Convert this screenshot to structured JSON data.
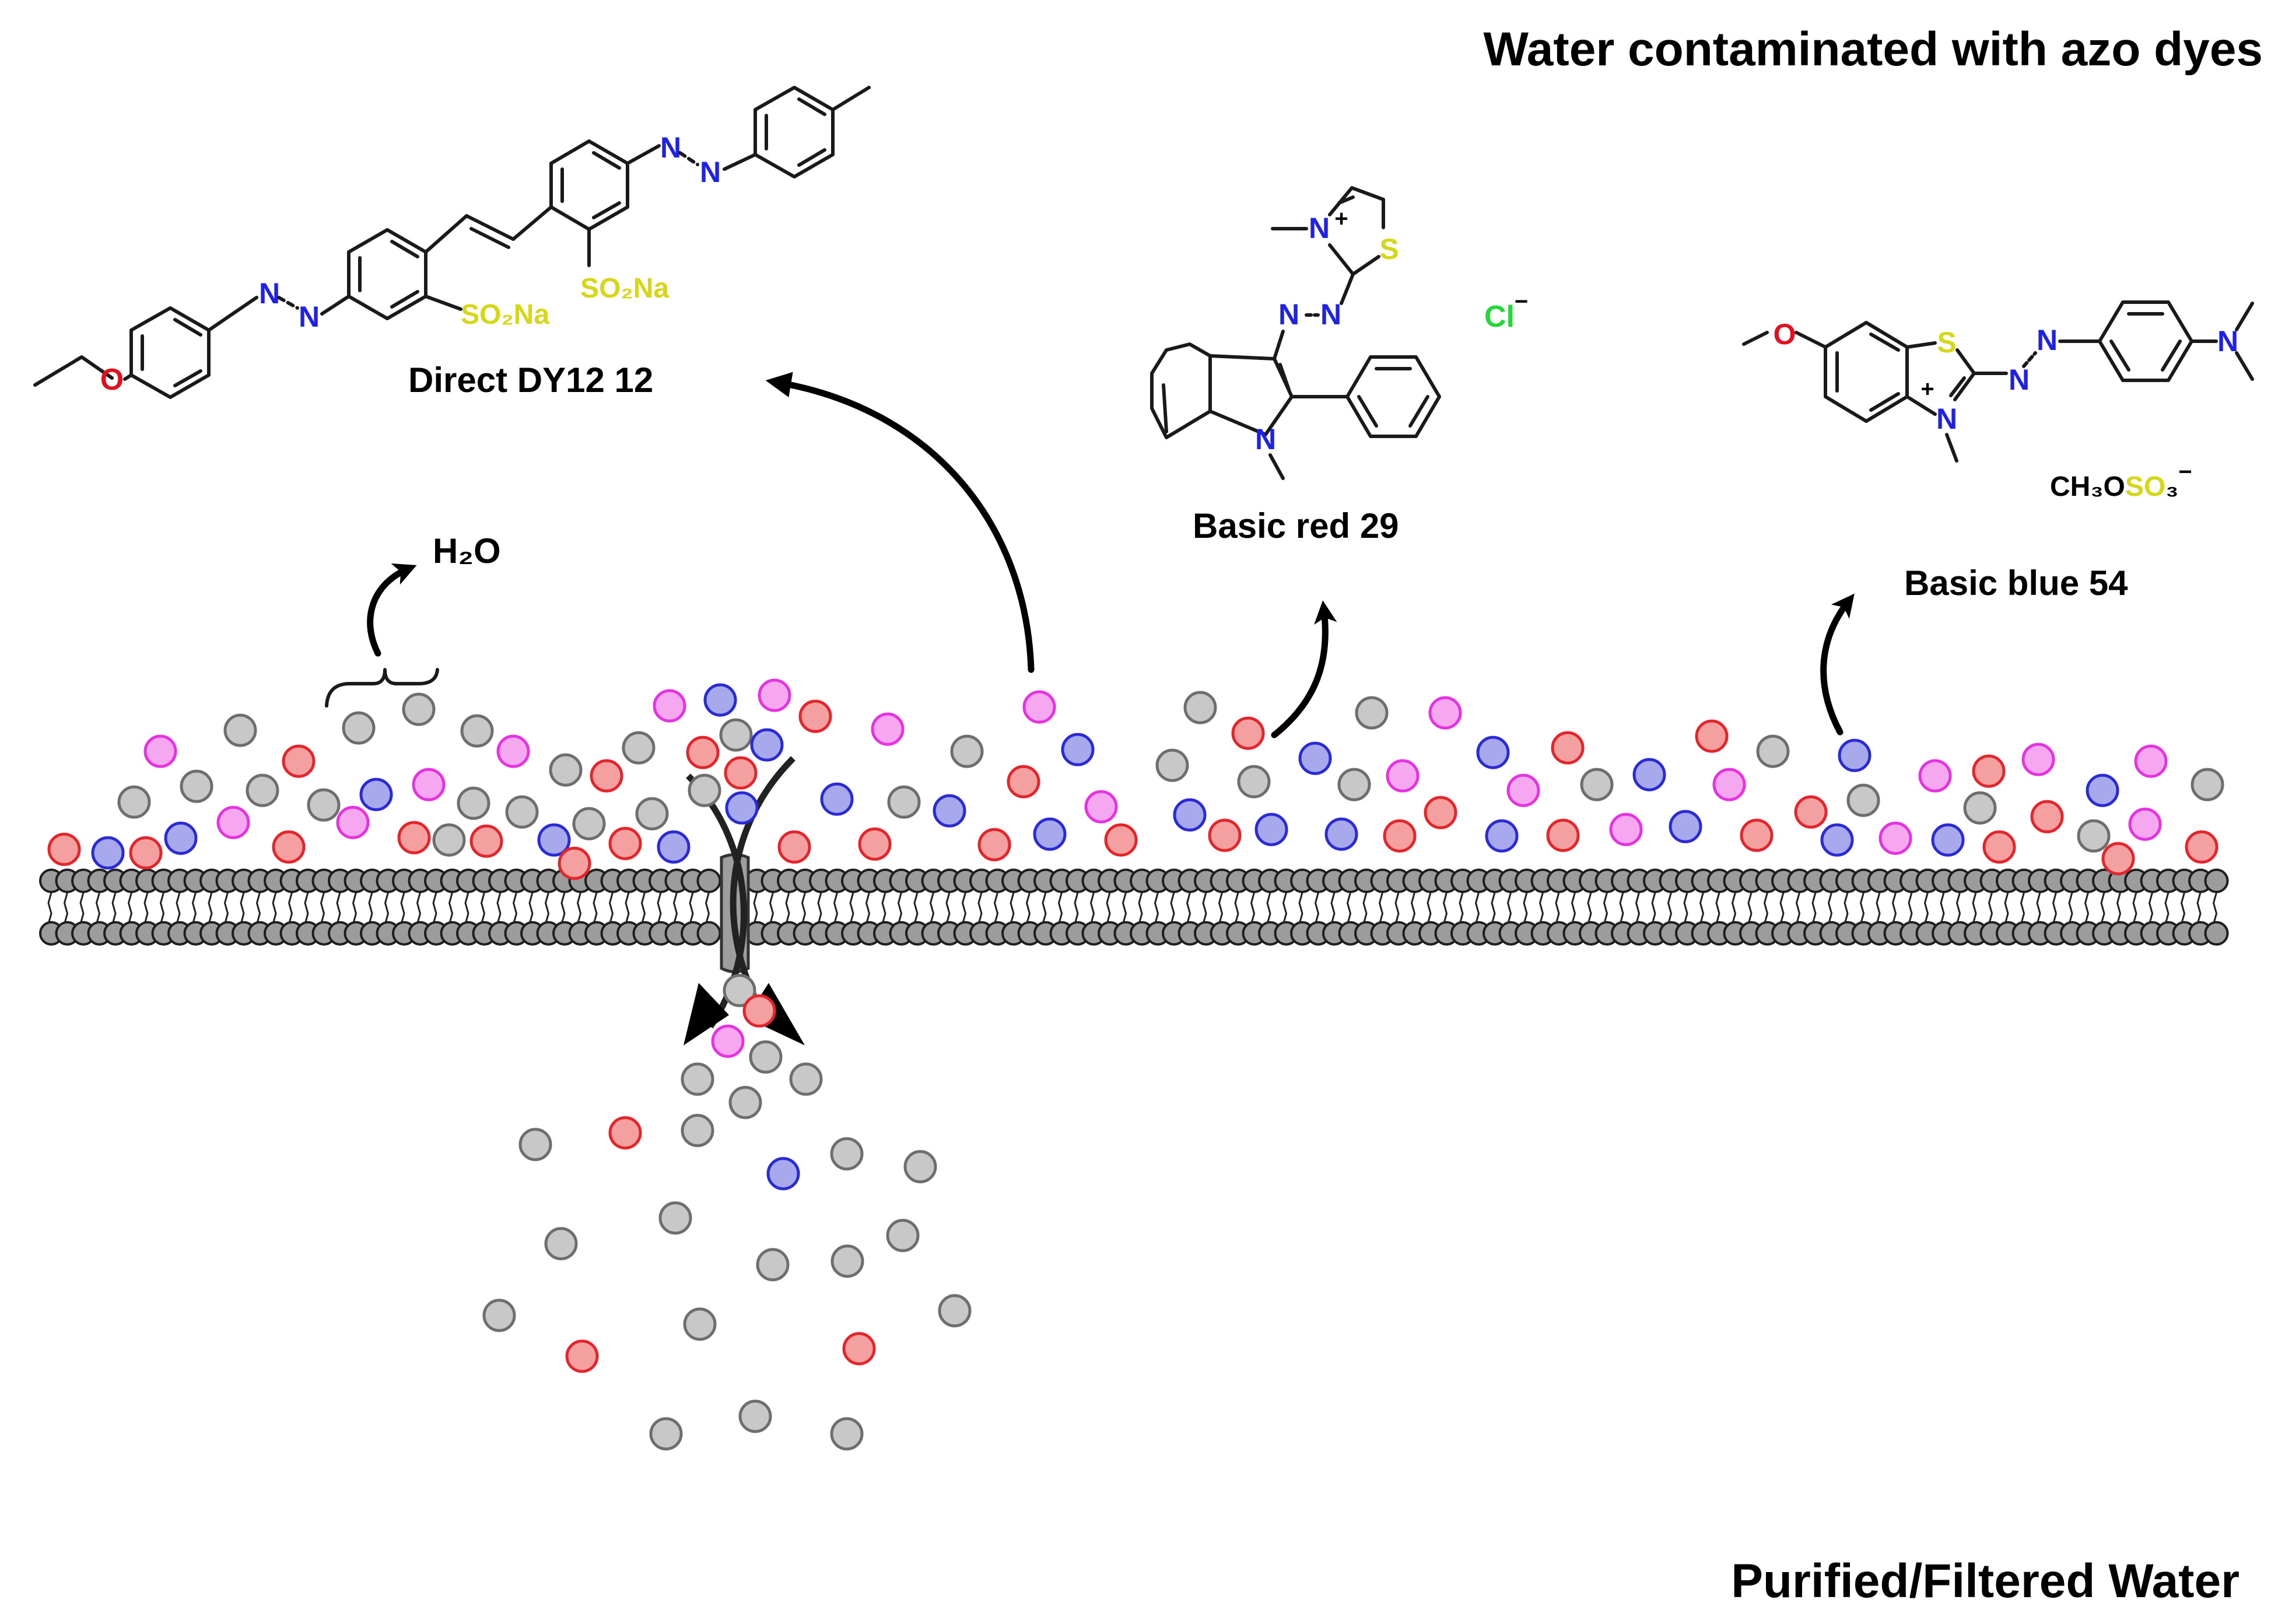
{
  "titles": {
    "top": "Water contaminated with azo dyes",
    "bottom": "Purified/Filtered Water"
  },
  "labels": {
    "water": "H₂O",
    "dye1": "Direct DY12 12",
    "dye2": "Basic red 29",
    "dye3": "Basic blue 54"
  },
  "atoms": {
    "N": "N",
    "N_plus": "N",
    "S": "S",
    "O": "O",
    "plus": "+",
    "minus": "−",
    "SO2Na": "SO₂Na",
    "Cl": "Cl",
    "CH3OSO3_a": "CH₃O",
    "CH3OSO3_b": "SO",
    "CH3OSO3_c": "₃"
  },
  "colors": {
    "grey_particle": "#c8c8c8",
    "red_particle": "#f5a0a0",
    "blue_particle": "#a8a8ec",
    "pink_particle": "#f5a8f0",
    "grey_edge": "#6e6e6e",
    "red_edge": "#e3262c",
    "blue_edge": "#2b2bd6",
    "pink_edge": "#e633e0",
    "nitrogen": "#1f22e6",
    "sulfur": "#d6d61a",
    "oxygen": "#e0101e",
    "sodium": "#ff33cc",
    "chloride": "#26d63a"
  }
}
